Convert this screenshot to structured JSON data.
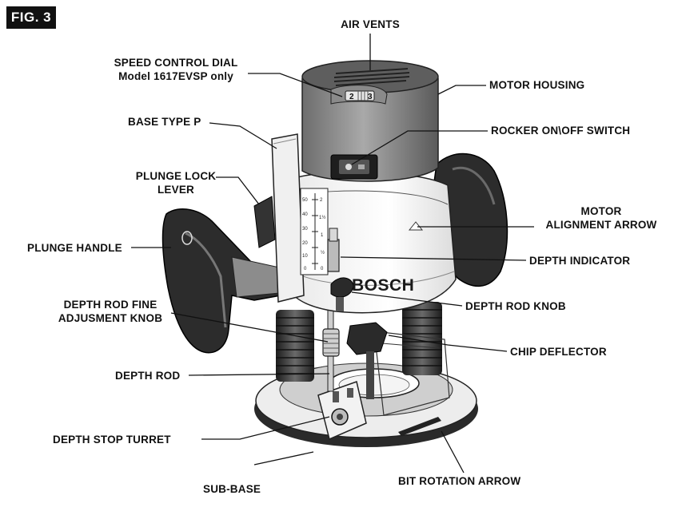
{
  "figure_tag": "FIG. 3",
  "brand": "BOSCH",
  "speed_dial_numbers": [
    "2",
    "3"
  ],
  "depth_scale_left": [
    "50",
    "40",
    "30",
    "20",
    "10",
    "0"
  ],
  "depth_scale_right": [
    "2",
    "1½",
    "1",
    "½",
    "0"
  ],
  "labels": {
    "air_vents": "AIR VENTS",
    "speed_control_dial": "SPEED CONTROL DIAL",
    "speed_control_model": "Model 1617EVSP only",
    "motor_housing": "MOTOR HOUSING",
    "base_type_p": "BASE TYPE P",
    "rocker_switch": "ROCKER ON\\OFF SWITCH",
    "plunge_lock_1": "PLUNGE LOCK",
    "plunge_lock_2": "LEVER",
    "motor_alignment_1": "MOTOR",
    "motor_alignment_2": "ALIGNMENT ARROW",
    "plunge_handle": "PLUNGE HANDLE",
    "depth_indicator": "DEPTH INDICATOR",
    "depth_rod_fine_1": "DEPTH ROD FINE",
    "depth_rod_fine_2": "ADJUSMENT KNOB",
    "depth_rod_knob": "DEPTH ROD KNOB",
    "chip_deflector": "CHIP DEFLECTOR",
    "depth_rod": "DEPTH ROD",
    "depth_stop_turret": "DEPTH STOP TURRET",
    "sub_base": "SUB-BASE",
    "bit_rotation_arrow": "BIT ROTATION ARROW"
  }
}
